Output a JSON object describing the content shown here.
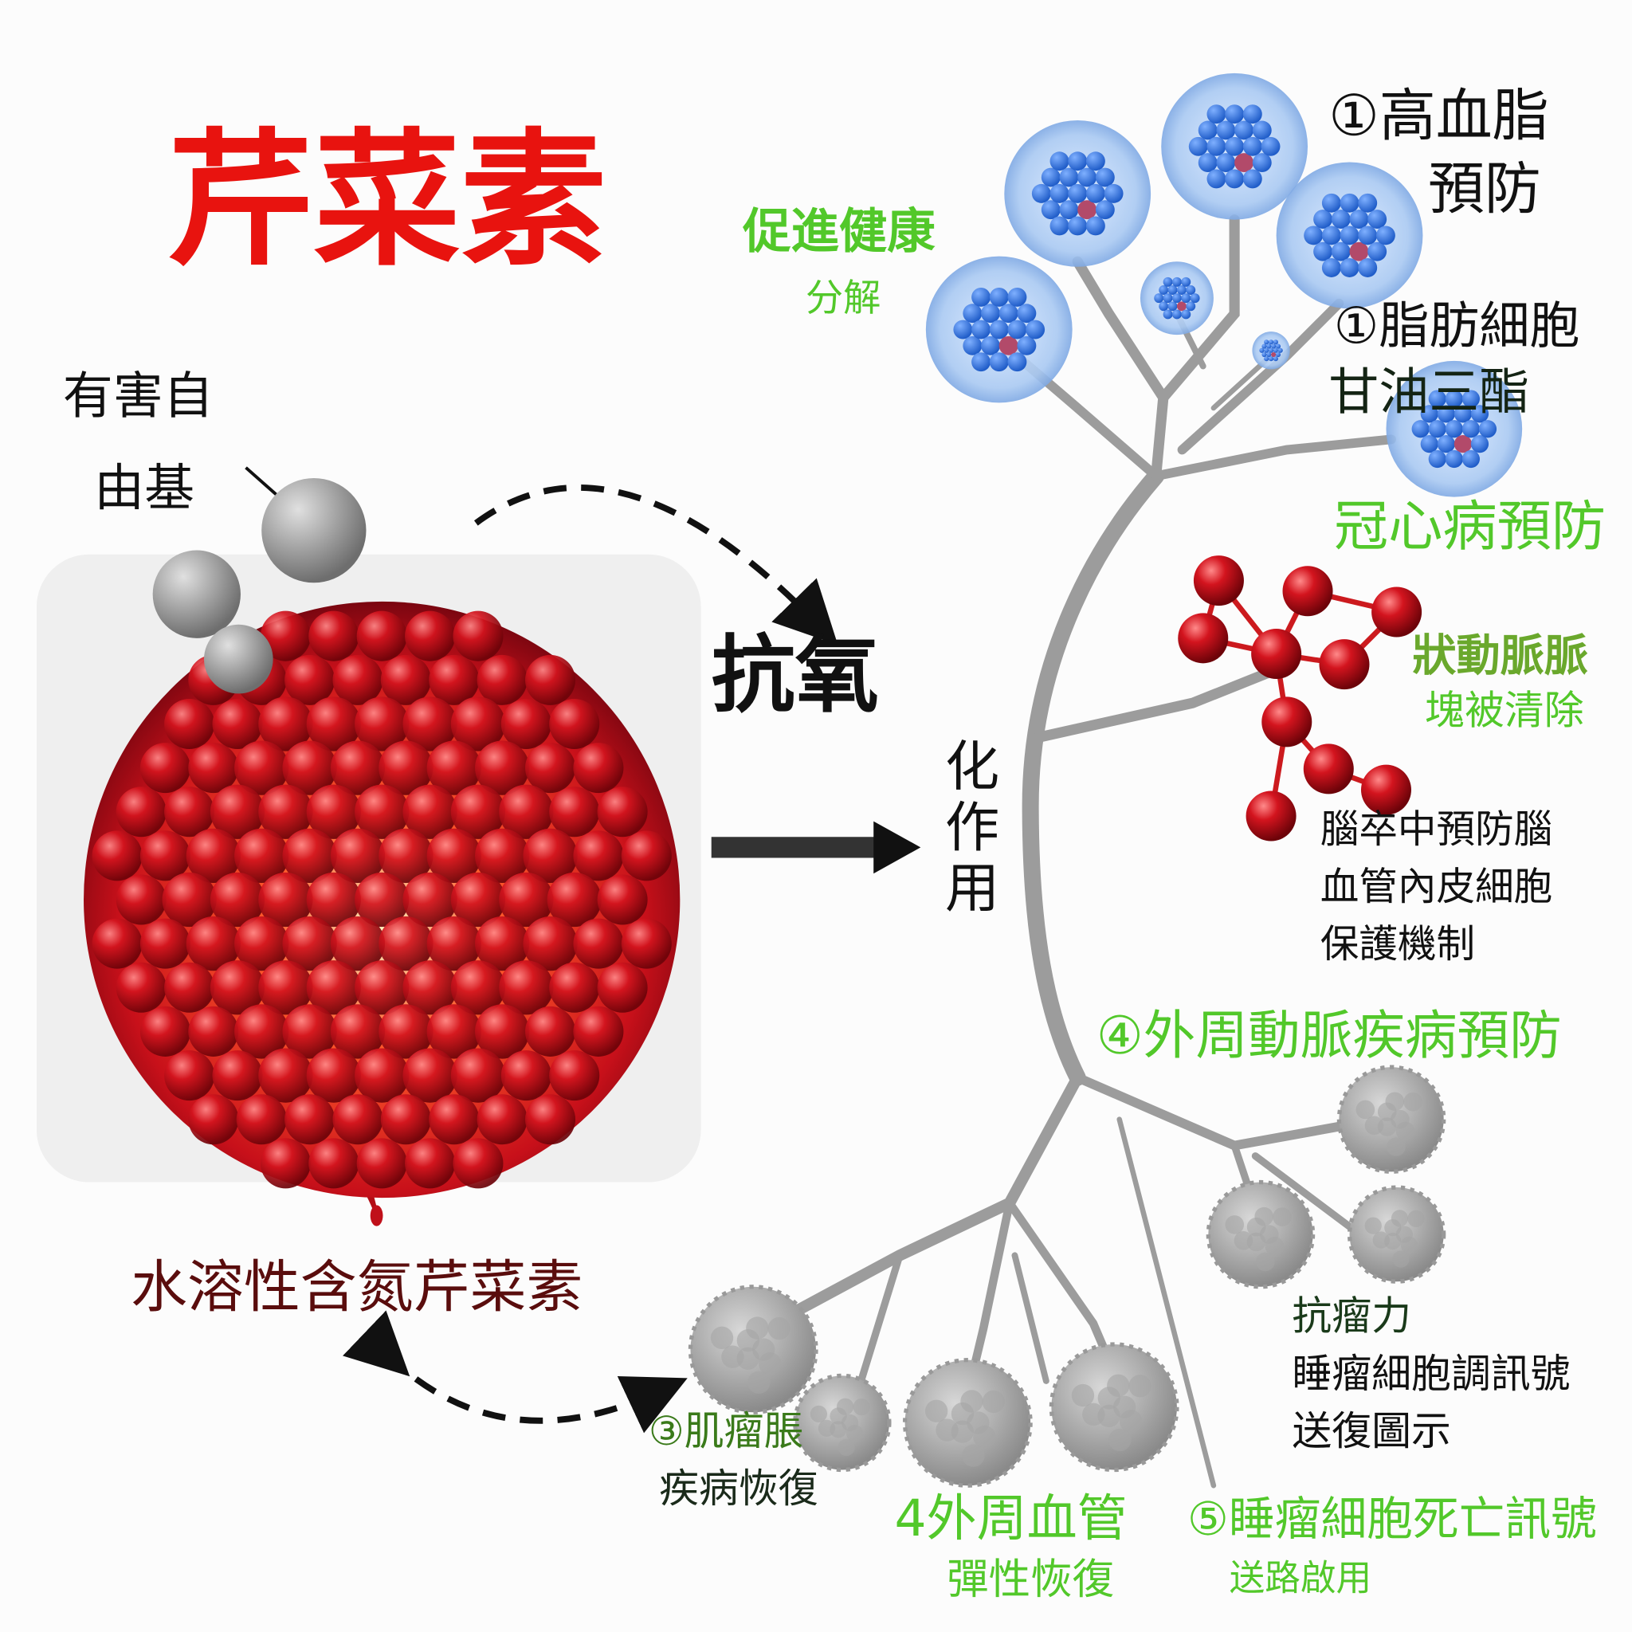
{
  "title": "芹菜素",
  "left": {
    "free_radical_line1": "有害自",
    "free_radical_line2": "由基",
    "antioxidant": "抗氧",
    "action": "化作用",
    "compound_caption": "水溶性含氮芹菜素"
  },
  "tree": {
    "promote_health": "促進健康",
    "decompose": "分解",
    "hyperlipidemia_line1": "①高血脂",
    "hyperlipidemia_line2": "預防",
    "fat_cell": "①脂肪細胞",
    "triglyceride": "甘油三酯",
    "coronary": "冠心病預防",
    "plaque_line1": "狀動脈脈",
    "plaque_line2": "塊被清除",
    "stroke_line1": "腦卒中預防腦",
    "stroke_line2": "血管內皮細胞",
    "stroke_line3": "保護機制",
    "peripheral": "④外周動脈疾病預防",
    "antitumor_line1": "抗瘤力",
    "antitumor_line2": "睡瘤細胞調訊號",
    "antitumor_line3": "送復圖示",
    "myoma_line1": "③肌瘤脹",
    "myoma_line2": "疾病恢復",
    "vessel_line1": "4外周血管",
    "vessel_line2": "彈性恢復",
    "death_line1": "⑤睡瘤細胞死亡訊號",
    "death_line2": "送路啟用"
  },
  "colors": {
    "title": "#e8130f",
    "green": "#52c82a",
    "plaque_green": "#6aa82c",
    "caption": "#5a0d0d",
    "trunk": "#9c9c9c",
    "fat_blue": "#3f7fe0",
    "berry_red": "#c4121a"
  }
}
